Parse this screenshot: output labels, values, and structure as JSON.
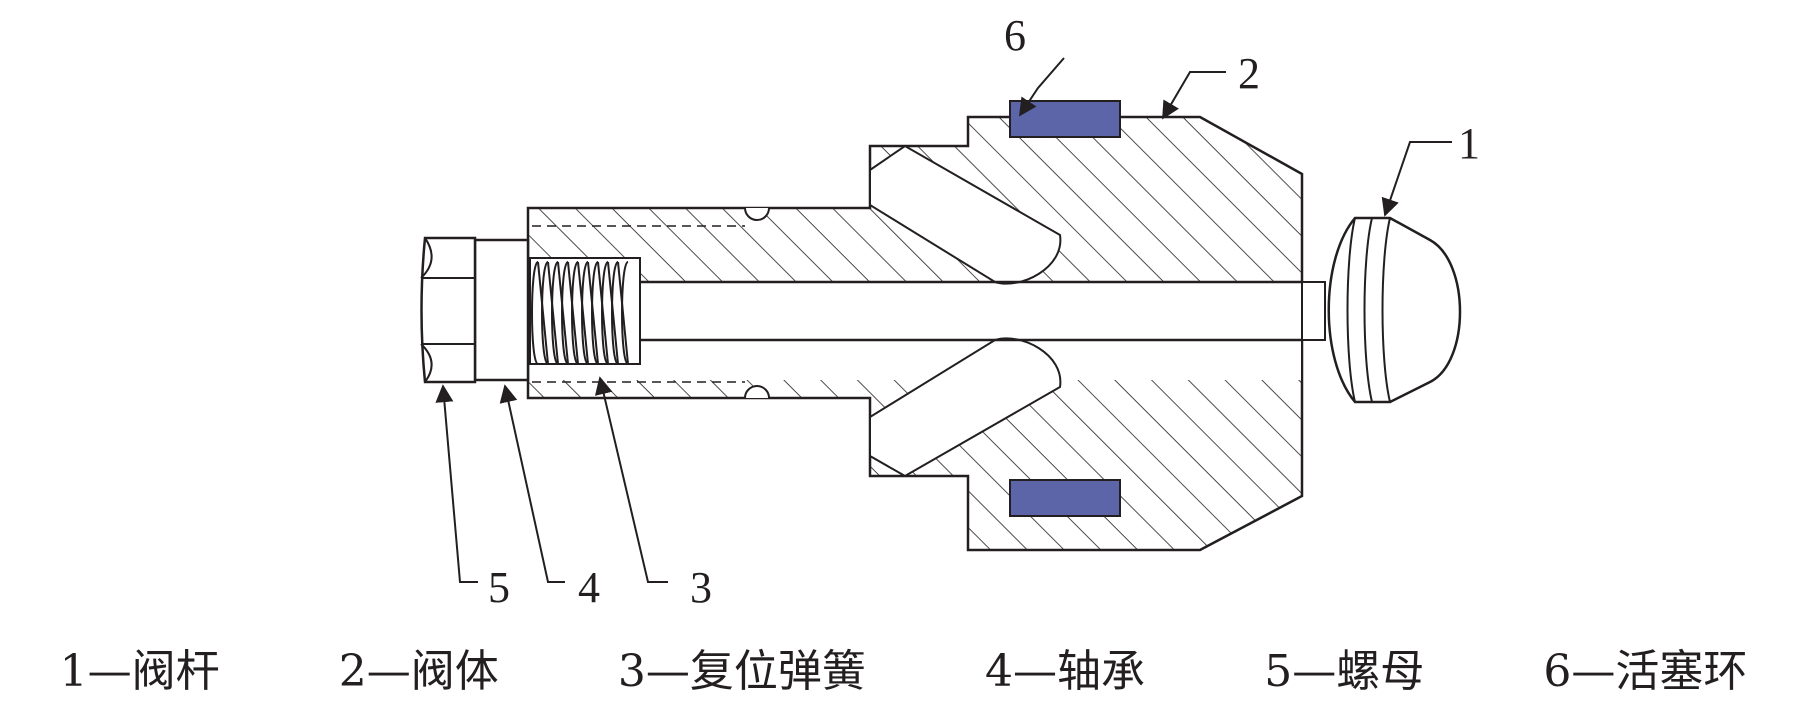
{
  "callouts": {
    "n1": "1",
    "n2": "2",
    "n3": "3",
    "n4": "4",
    "n5": "5",
    "n6": "6"
  },
  "legend": [
    {
      "num": "1",
      "sep": "—",
      "name": "阀杆"
    },
    {
      "num": "2",
      "sep": "—",
      "name": "阀体"
    },
    {
      "num": "3",
      "sep": "—",
      "name": "复位弹簧"
    },
    {
      "num": "4",
      "sep": "—",
      "name": "轴承"
    },
    {
      "num": "5",
      "sep": "—",
      "name": "螺母"
    },
    {
      "num": "6",
      "sep": "—",
      "name": "活塞环"
    }
  ],
  "colors": {
    "line": "#231f20",
    "piston_ring": "#5b65a8",
    "background": "#ffffff"
  }
}
